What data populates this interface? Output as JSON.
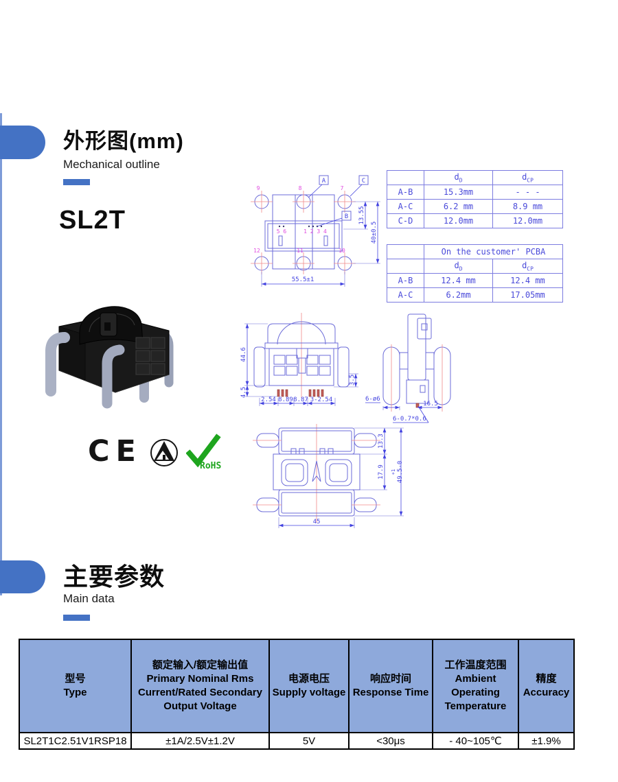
{
  "sections": {
    "outline": {
      "title": "外形图(mm)",
      "subtitle": "Mechanical outline"
    },
    "main": {
      "title": "主要参数",
      "subtitle": "Main data"
    }
  },
  "product": {
    "name": "SL2T"
  },
  "certifications": {
    "ce": "CE",
    "rohs": "RoHS"
  },
  "dim_table1": {
    "col_d_base": "d",
    "col_d_sub": "D",
    "col_cp_base": "d",
    "col_cp_sub": "CP",
    "rows": [
      [
        "A-B",
        "15.3mm",
        "- - -"
      ],
      [
        "A-C",
        "6.2 mm",
        "8.9 mm"
      ],
      [
        "C-D",
        "12.0mm",
        "12.0mm"
      ]
    ]
  },
  "dim_table2": {
    "title": "On the customer' PCBA",
    "col_d_base": "d",
    "col_d_sub": "D",
    "col_cp_base": "d",
    "col_cp_sub": "CP",
    "rows": [
      [
        "A-B",
        "12.4 mm",
        "12.4 mm"
      ],
      [
        "A-C",
        "6.2mm",
        "17.05mm"
      ]
    ]
  },
  "drawings": {
    "top_view": {
      "label_a": "A",
      "label_b": "B",
      "label_c": "C",
      "n9": "9",
      "n8": "8",
      "n7": "7",
      "n12": "12",
      "n11": "11",
      "n10": "10",
      "pins_left": "5 6",
      "pins_right": "1 2 3 4",
      "dim_offset": "13.55",
      "dim_height": "40±0.5",
      "dim_width": "55.5±1"
    },
    "front_view": {
      "dim_height": "44.6",
      "dim_pin": "4.5",
      "dim_a": "2.54",
      "dim_b": "8.89",
      "dim_c": "8.87",
      "dim_d": "3-2.54",
      "dim_e": "3.5"
    },
    "side_view": {
      "dim_holes": "6-ø6",
      "dim_pitch": "16.5",
      "dim_pin": "6-0.7*0.6"
    },
    "bottom_view": {
      "dim_a": "13.3",
      "dim_b": "17.9",
      "dim_c": "49.5-0",
      "dim_c_tol": "+1",
      "dim_d": "45"
    }
  },
  "main_table": {
    "headers": [
      {
        "cn": "型号",
        "en": "Type"
      },
      {
        "cn": "额定输入/额定输出值",
        "en": "Primary Nominal Rms Current/Rated Secondary Output Voltage"
      },
      {
        "cn": "电源电压",
        "en": "Supply voltage"
      },
      {
        "cn": "响应时间",
        "en": "Response Time"
      },
      {
        "cn": "工作温度范围",
        "en": "Ambient Operating Temperature"
      },
      {
        "cn": "精度",
        "en": "Accuracy"
      }
    ],
    "row": [
      "SL2T1C2.51V1RSP18",
      "±1A/2.5V±1.2V",
      "5V",
      "<30μs",
      "- 40~105℃",
      "±1.9%"
    ]
  },
  "colors": {
    "accent_blue": "#4472C4",
    "table_header_blue": "#8EA9DB",
    "drawing_line_blue": "#6b6bd8",
    "drawing_text_blue": "#4343e0",
    "pin_number_magenta": "#e04ae0",
    "centerline_red": "#f08a8a",
    "rohs_green": "#1ea51e"
  }
}
